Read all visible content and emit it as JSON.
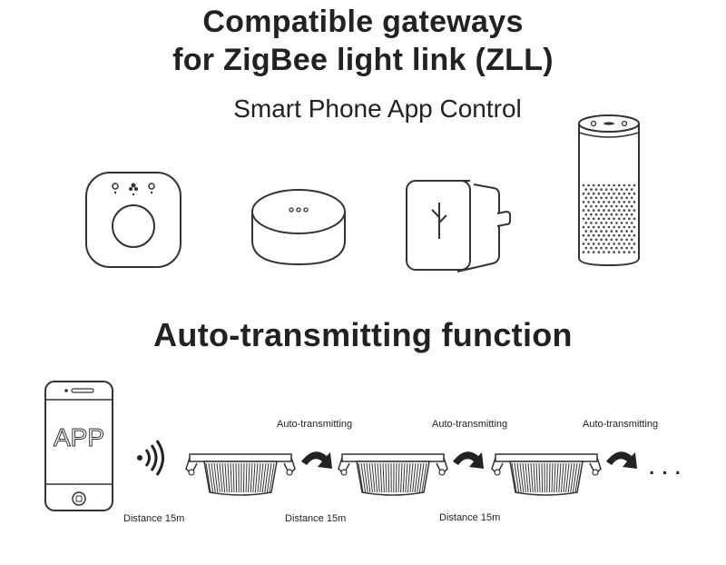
{
  "header": {
    "title_line1": "Compatible gateways",
    "title_line2": "for ZigBee light link (ZLL)",
    "subtitle": "Smart Phone App Control"
  },
  "gateways": [
    {
      "icon": "hub-bridge-icon"
    },
    {
      "icon": "round-gateway-icon"
    },
    {
      "icon": "plug-gateway-icon"
    },
    {
      "icon": "smart-speaker-icon"
    }
  ],
  "section": {
    "title": "Auto-transmitting function"
  },
  "phone": {
    "app_label": "APP"
  },
  "relay": {
    "auto_label": "Auto-transmitting",
    "distance_label": "Distance 15m",
    "ellipsis": "..."
  },
  "colors": {
    "ink": "#222222",
    "line": "#333333",
    "background": "#ffffff"
  }
}
